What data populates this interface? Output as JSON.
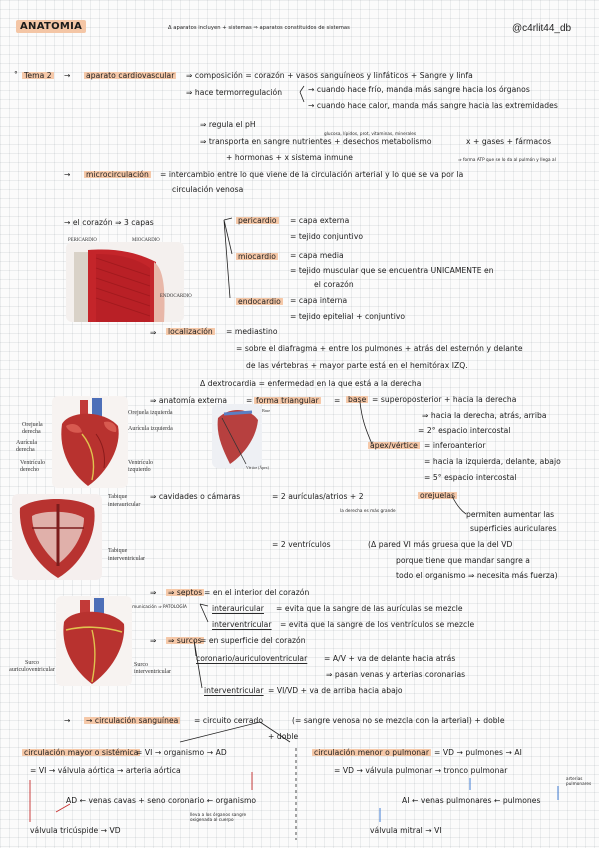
{
  "header": {
    "title": "ANATOMIA",
    "subtitle": "Δ aparatos incluyen + sistemas ⇒ aparatos constituidos de sistemas",
    "handle": "@c4rlit44_db"
  },
  "topic": "Tema 2",
  "lines": {
    "ac_label": "aparato cardiovascular",
    "composicion": "⇒ composición = corazón + vasos sanguíneos y linfáticos + Sangre y linfa",
    "termo": "⇒ hace termorregulación",
    "frio": "→ cuando hace frío, manda más sangre hacia los órganos",
    "calor": "→ cuando hace calor, manda más sangre hacia las extremidades",
    "ph": "⇒ regula el pH",
    "transporta": "⇒ transporta en sangre nutrientes + desechos metabolismo",
    "gases": "x + gases + fármacos",
    "hormonas": "+ hormonas + x sistema inmune",
    "note_glucosa": "glucosa, lípidos, prot, vitaminas, minerales",
    "note_forma": "⇒ forma ATP que se lo da al pulmón y llega al",
    "micro_label": "microcirculación",
    "micro_text": "= intercambio entre lo que viene de la circulación arterial y lo que se va por la",
    "micro_text2": "circulación venosa",
    "corazon": "→ el corazón ⇒ 3 capas",
    "pericardio": "pericardio",
    "peri_a": "= capa externa",
    "peri_b": "= tejido conjuntivo",
    "miocardio": "miocardio",
    "mio_a": "= capa media",
    "mio_b": "= tejido muscular que se encuentra UNICAMENTE en",
    "mio_c": "el corazón",
    "endocardio": "endocardio",
    "endo_a": "= capa interna",
    "endo_b": "= tejido epitelial + conjuntivo",
    "loc_label": "localización",
    "loc_a": "= mediastino",
    "loc_b": "= sobre el diafragma + entre los pulmones + atrás del esternón y delante",
    "loc_c": "de las vértebras + mayor parte está en el hemitórax IZQ.",
    "dextro": "Δ dextrocardia = enfermedad en la que está a la derecha",
    "anat": "⇒ anatomía externa",
    "forma": "forma triangular",
    "base": "base",
    "base_a": "= superoposterior + hacia la derecha",
    "base_b": "⇒ hacia la derecha, atrás, arriba",
    "base_c": "= 2° espacio intercostal",
    "apex": "ápex/vértice",
    "apex_a": "= inferoanterior",
    "apex_b": "= hacia la izquierda, delante, abajo",
    "apex_c": "= 5° espacio intercostal",
    "cav": "⇒ cavidades o cámaras",
    "cav_a": "= 2 aurículas/atrios + 2",
    "orejuelas": "orejuelas",
    "cav_note": "la derecha es más grande",
    "orej_a": "permiten aumentar las",
    "orej_b": "superficies auriculares",
    "vent": "= 2 ventrículos",
    "vent_a": "(Δ pared VI más gruesa que la del VD",
    "vent_b": "porque tiene que mandar sangre a",
    "vent_c": "todo el organismo ⇒ necesita más fuerza)",
    "septos": "⇒ septos",
    "septos_a": "= en el interior del corazón",
    "com_note": "Δ si comunicación ⇒ PATOLOGÍA",
    "interau": "interauricular",
    "interau_a": "= evita que la sangre de las aurículas se mezcle",
    "interven": "interventricular",
    "interven_a": "= evita que la sangre de los ventrículos se mezcle",
    "surcos": "⇒ surcos",
    "surcos_a": "= en superficie del corazón",
    "coronario": "coronario/auriculoventricular",
    "coronario_a": "= A/V + va de delante hacia atrás",
    "coronario_b": "⇒ pasan venas y arterias coronarias",
    "interventr2": "interventricular",
    "interventr2_a": "= VI/VD + va de arriba hacia abajo",
    "circ": "→ circulación sanguínea",
    "circ_a": "= circuito cerrado",
    "circ_b": "(= sangre venosa no se mezcla con la arterial) + doble",
    "circ_c": "+ doble",
    "mayor": "circulación mayor o sistémica",
    "mayor_a": "= VI → organismo → AD",
    "mayor_b": "= VI → válvula aórtica → arteria aórtica",
    "menor": "circulación menor o pulmonar",
    "menor_a": "= VD → pulmones → AI",
    "menor_b": "= VD → válvula pulmonar → tronco pulmonar",
    "arterias_pulm": "arterias pulmonares",
    "ad_line": "AD ← venas cavas + seno coronario ← organismo",
    "org_note": "lleva a los órganos sangre oxigenada al cuerpo",
    "ai_line": "AI ← venas pulmonares ← pulmones",
    "tric": "válvula tricúspide → VD",
    "mitral": "válvula mitral → VI"
  },
  "figures": {
    "layers_labels": [
      "PERICARDIO",
      "MIOCARDIO",
      "ENDOCARDIO"
    ],
    "base_fig_labels": [
      "Base",
      "Vértice (Ápex)"
    ],
    "heart1_labels": [
      "Orejuela derecha",
      "Orejuela izquierda",
      "Aurícula derecha",
      "Aurícula izquierda",
      "Ventrículo derecho",
      "Ventrículo izquierdo"
    ],
    "septa_labels": [
      "Tabique interauricular",
      "Tabique interventricular"
    ],
    "sulci_labels": [
      "Surco auriculoventricular",
      "Surco interventricular"
    ]
  }
}
